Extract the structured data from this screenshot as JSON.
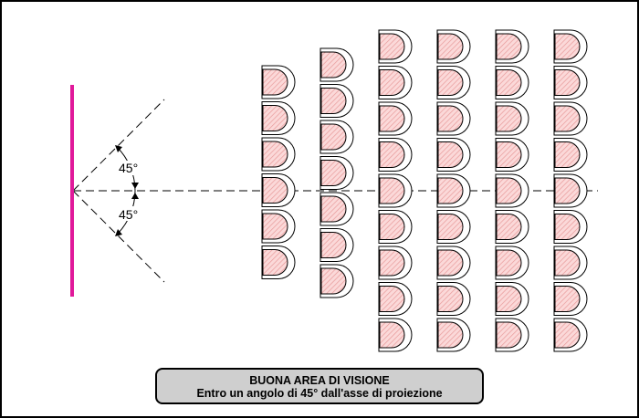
{
  "diagram": {
    "angle_upper_label": "45°",
    "angle_lower_label": "45°",
    "seat_rows_per_column": [
      6,
      7,
      9,
      9,
      9,
      9
    ],
    "colors": {
      "screen": "#e0199a",
      "seat_fill": "#fbd9d9",
      "seat_hatch": "#e89a9a",
      "caption_bg": "#cfcfcf",
      "border": "#000000"
    }
  },
  "caption": {
    "title": "BUONA AREA DI VISIONE",
    "subtitle": "Entro un angolo di 45° dall'asse di proiezione"
  }
}
